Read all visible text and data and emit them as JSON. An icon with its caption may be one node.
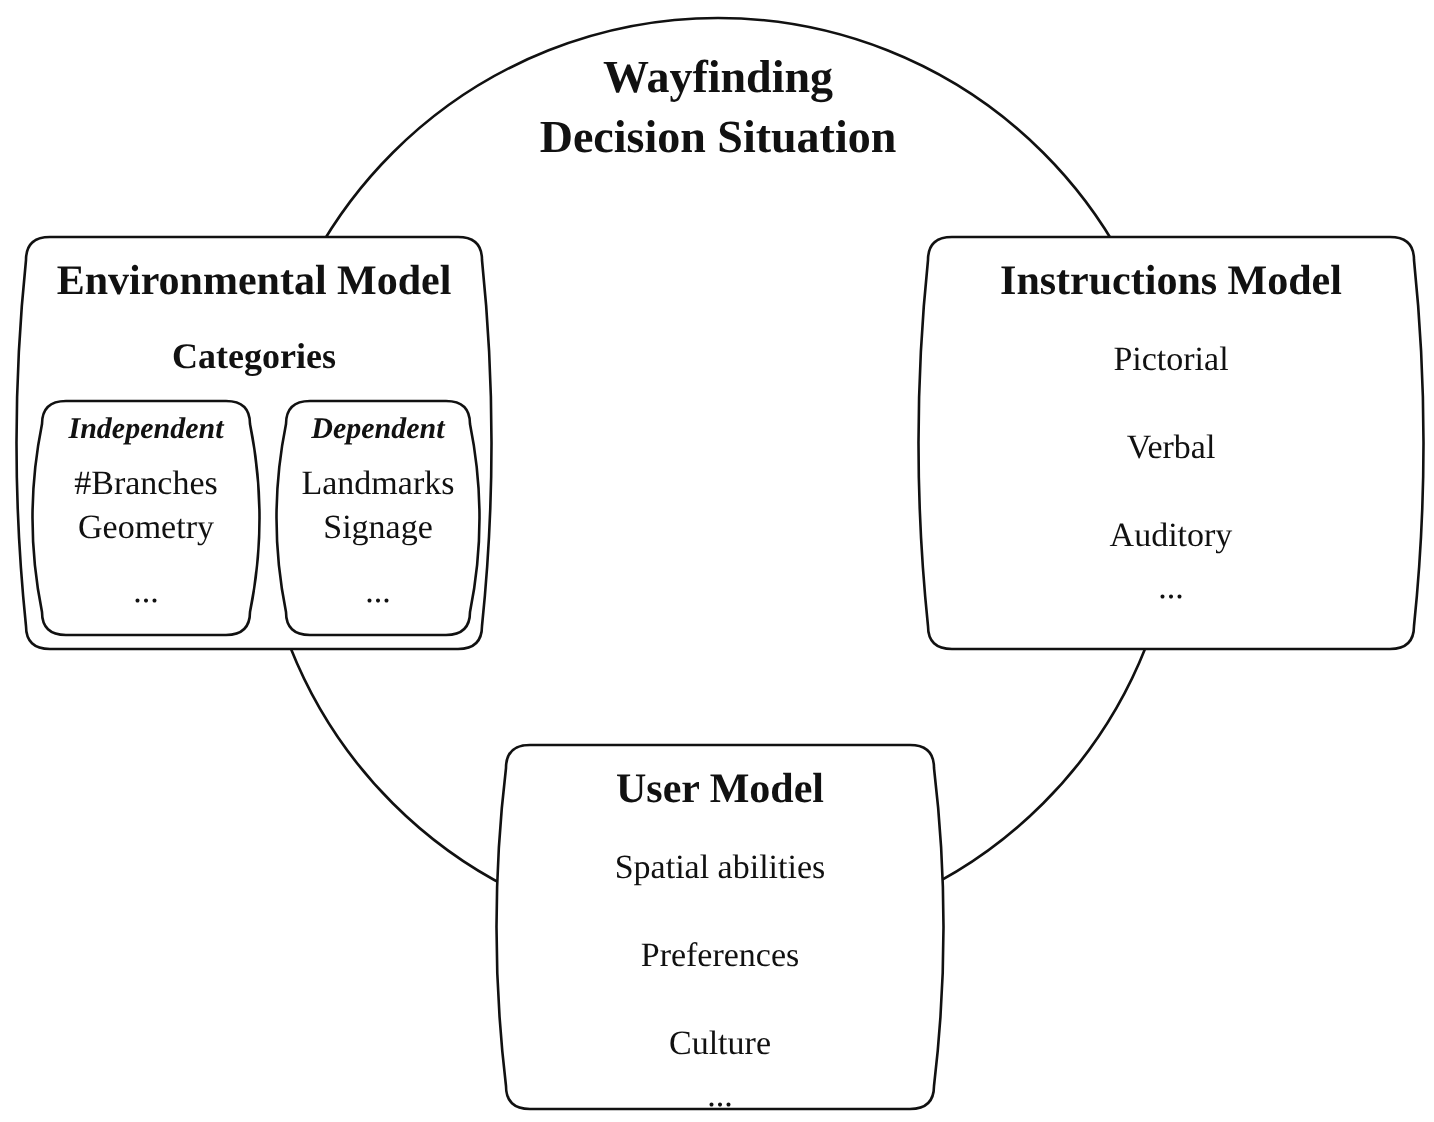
{
  "diagram": {
    "nodes": [
      {
        "text": [
          "Wayfinding Decision Situation"
        ]
      },
      {
        "text": [
          "Environmental Model",
          "Categories"
        ]
      },
      {
        "text": [
          "Independent",
          "#Branches",
          "Geometry",
          "..."
        ],
        "in": 1
      },
      {
        "text": [
          "Dependent",
          "Landmarks",
          "Signage",
          "..."
        ]
      },
      {
        "text": [
          "Instructions Model",
          "Pictorial",
          "Verbal",
          "Auditory",
          "..."
        ]
      },
      {
        "text": [
          "User Model",
          "Spatial abilities",
          "Preferences",
          "Culture",
          "..."
        ]
      }
    ],
    "edges": []
  }
}
